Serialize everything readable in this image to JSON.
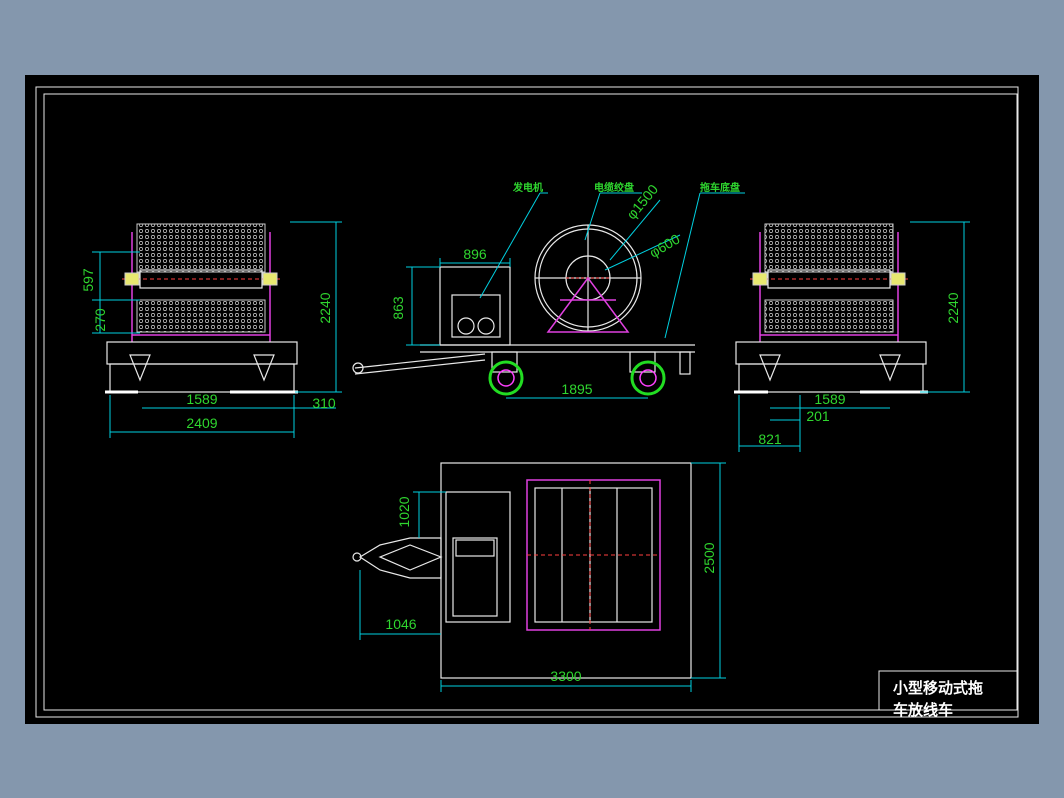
{
  "title_block": {
    "line1": "小型移动式拖",
    "line2": "车放线车"
  },
  "callouts": {
    "generator": "发电机",
    "cable_reel": "电缆绞盘",
    "trailer_chassis": "拖车底盘"
  },
  "front_view": {
    "dim_597": "597",
    "dim_270": "270",
    "dim_2240": "2240",
    "dim_1589": "1589",
    "dim_310": "310",
    "dim_2409": "2409"
  },
  "side_view": {
    "dim_896": "896",
    "dim_863": "863",
    "dim_1895": "1895",
    "dia_1500": "φ1500",
    "dia_600": "φ600"
  },
  "rear_view": {
    "dim_2240": "2240",
    "dim_1589": "1589",
    "dim_201": "201",
    "dim_821": "821"
  },
  "top_view": {
    "dim_1020": "1020",
    "dim_1046": "1046",
    "dim_2500": "2500",
    "dim_3300": "3300"
  },
  "colors": {
    "background": "#000000",
    "dimension_text": "#2fd62f",
    "dimension_line": "#00d0e0",
    "outline": "#e8e8e8",
    "reel_frame": "#e040e0",
    "wheel": "#22dd22",
    "page": "#8497ad"
  }
}
